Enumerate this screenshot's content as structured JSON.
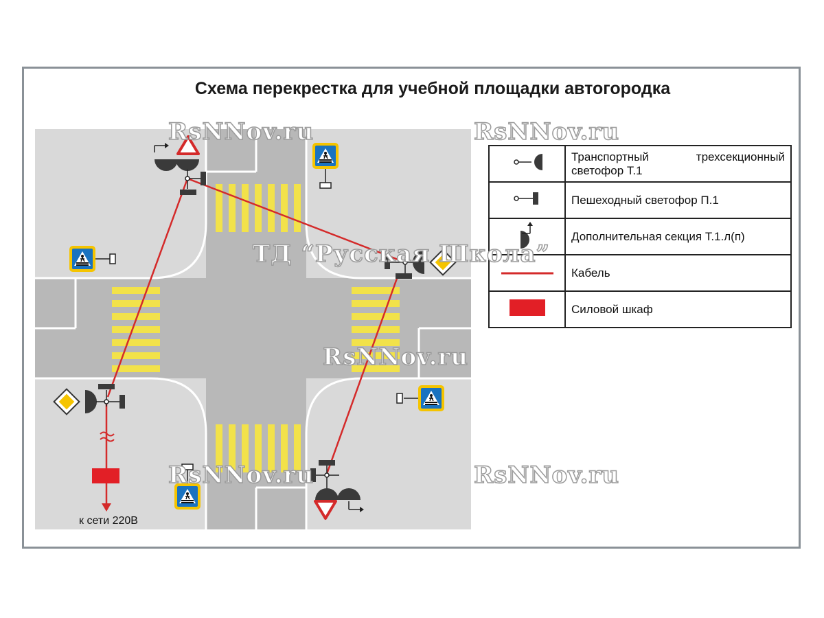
{
  "title": "Схема перекрестка для учебной площадки автогородка",
  "power_label": "к сети 220В",
  "legend": [
    {
      "symbol": "traffic-light-icon",
      "label": "Транспортный трехсекционный светофор Т.1"
    },
    {
      "symbol": "pedestrian-light-icon",
      "label": "Пешеходный светофор П.1"
    },
    {
      "symbol": "extra-section-icon",
      "label": "Дополнительная секция Т.1.л(п)"
    },
    {
      "symbol": "cable-icon",
      "label": "Кабель"
    },
    {
      "symbol": "power-cabinet-icon",
      "label": "Силовой шкаф"
    }
  ],
  "watermarks": [
    "RsNNov.ru",
    "RsNNov.ru",
    "ТД “Русская Школа”",
    "RsNNov.ru",
    "RsNNov.ru",
    "RsNNov.ru"
  ],
  "colors": {
    "road": "#b8b8b8",
    "block": "#d9d9d9",
    "zebra": "#f2e24a",
    "cable": "#d42a2a",
    "cabinet": "#e21f26",
    "sign_blue": "#1a73c0",
    "sign_yellow": "#f5c400",
    "device": "#3a3a3a"
  }
}
